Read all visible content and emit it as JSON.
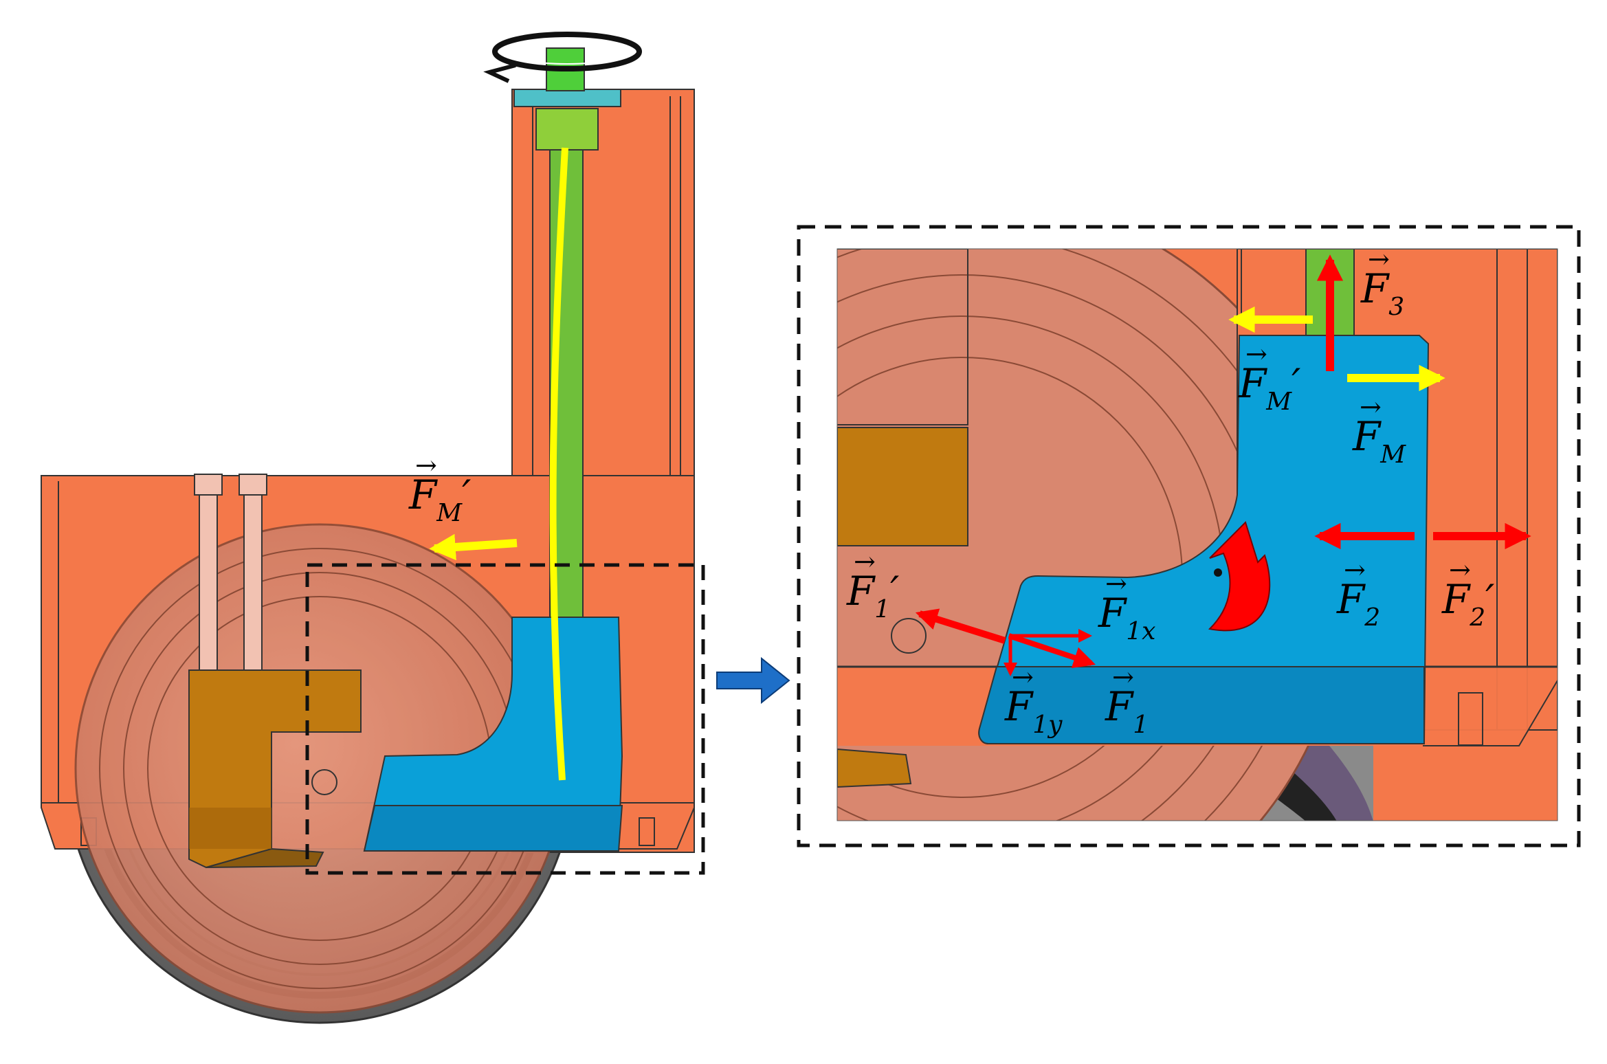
{
  "labels": {
    "fm_prime_left": {
      "base": "F",
      "sub": "M",
      "prime": "′"
    },
    "f3": {
      "base": "F",
      "sub": "3",
      "prime": ""
    },
    "fm_prime_right": {
      "base": "F",
      "sub": "M",
      "prime": "′"
    },
    "fm": {
      "base": "F",
      "sub": "M",
      "prime": ""
    },
    "f1_prime": {
      "base": "F",
      "sub": "1",
      "prime": "′"
    },
    "f1x": {
      "base": "F",
      "sub": "1x",
      "prime": ""
    },
    "f2": {
      "base": "F",
      "sub": "2",
      "prime": ""
    },
    "f2_prime": {
      "base": "F",
      "sub": "2",
      "prime": "′"
    },
    "f1y": {
      "base": "F",
      "sub": "1y",
      "prime": ""
    },
    "f1": {
      "base": "F",
      "sub": "1",
      "prime": ""
    }
  },
  "colors": {
    "housing": "#f4784a",
    "housing_dark": "#e0663a",
    "wheel": "#d9876f",
    "tire": "#7a7a7a",
    "clamp": "#c07a10",
    "block": "#0aa0d8",
    "block_dark": "#0a88c0",
    "rod": "#6fbf3a",
    "bend_line": "#ffff00",
    "force_red": "#ff0000",
    "force_yellow": "#ffff00",
    "transition_arrow": "#1e6fc8"
  },
  "icons": {
    "rotation": "circular-arrow-icon",
    "moment": "curved-arrow-icon",
    "transition": "right-arrow-icon"
  }
}
